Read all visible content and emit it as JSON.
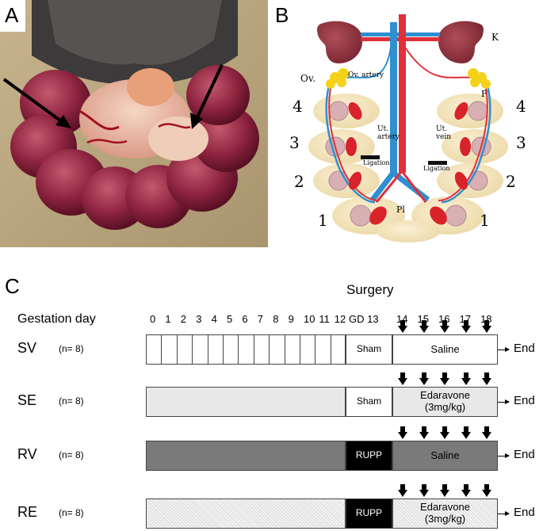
{
  "panel_a": {
    "letter": "A"
  },
  "panel_b": {
    "letter": "B",
    "labels": {
      "k": "K",
      "ov": "Ov.",
      "ov_artery": "Ov. artery",
      "f": "F",
      "ut_artery_1": "Ut.",
      "ut_artery_2": "artery",
      "ut_vein_1": "Ut.",
      "ut_vein_2": "vein",
      "ligation_left": "Ligation",
      "ligation_right": "Ligation",
      "pl": "Pl",
      "num_4": "4",
      "num_3": "3",
      "num_2": "2",
      "num_1": "1"
    }
  },
  "panel_c": {
    "letter": "C",
    "surgery_label": "Surgery",
    "gestation_label": "Gestation day",
    "days": [
      "0",
      "1",
      "2",
      "3",
      "4",
      "5",
      "6",
      "7",
      "8",
      "9",
      "10",
      "11",
      "12"
    ],
    "gd13_label": "GD 13",
    "treatment_days": [
      "14",
      "15",
      "16",
      "17",
      "18"
    ],
    "end_label": "End",
    "groups": [
      {
        "code": "SV",
        "n": "(n= 8)",
        "surgery": "Sham",
        "treatment_line1": "Saline",
        "treatment_line2": ""
      },
      {
        "code": "SE",
        "n": "(n= 8)",
        "surgery": "Sham",
        "treatment_line1": "Edaravone",
        "treatment_line2": "(3mg/kg)"
      },
      {
        "code": "RV",
        "n": "(n= 8)",
        "surgery": "RUPP",
        "treatment_line1": "Saline",
        "treatment_line2": ""
      },
      {
        "code": "RE",
        "n": "(n= 8)",
        "surgery": "RUPP",
        "treatment_line1": "Edaravone",
        "treatment_line2": "(3mg/kg)"
      }
    ]
  }
}
